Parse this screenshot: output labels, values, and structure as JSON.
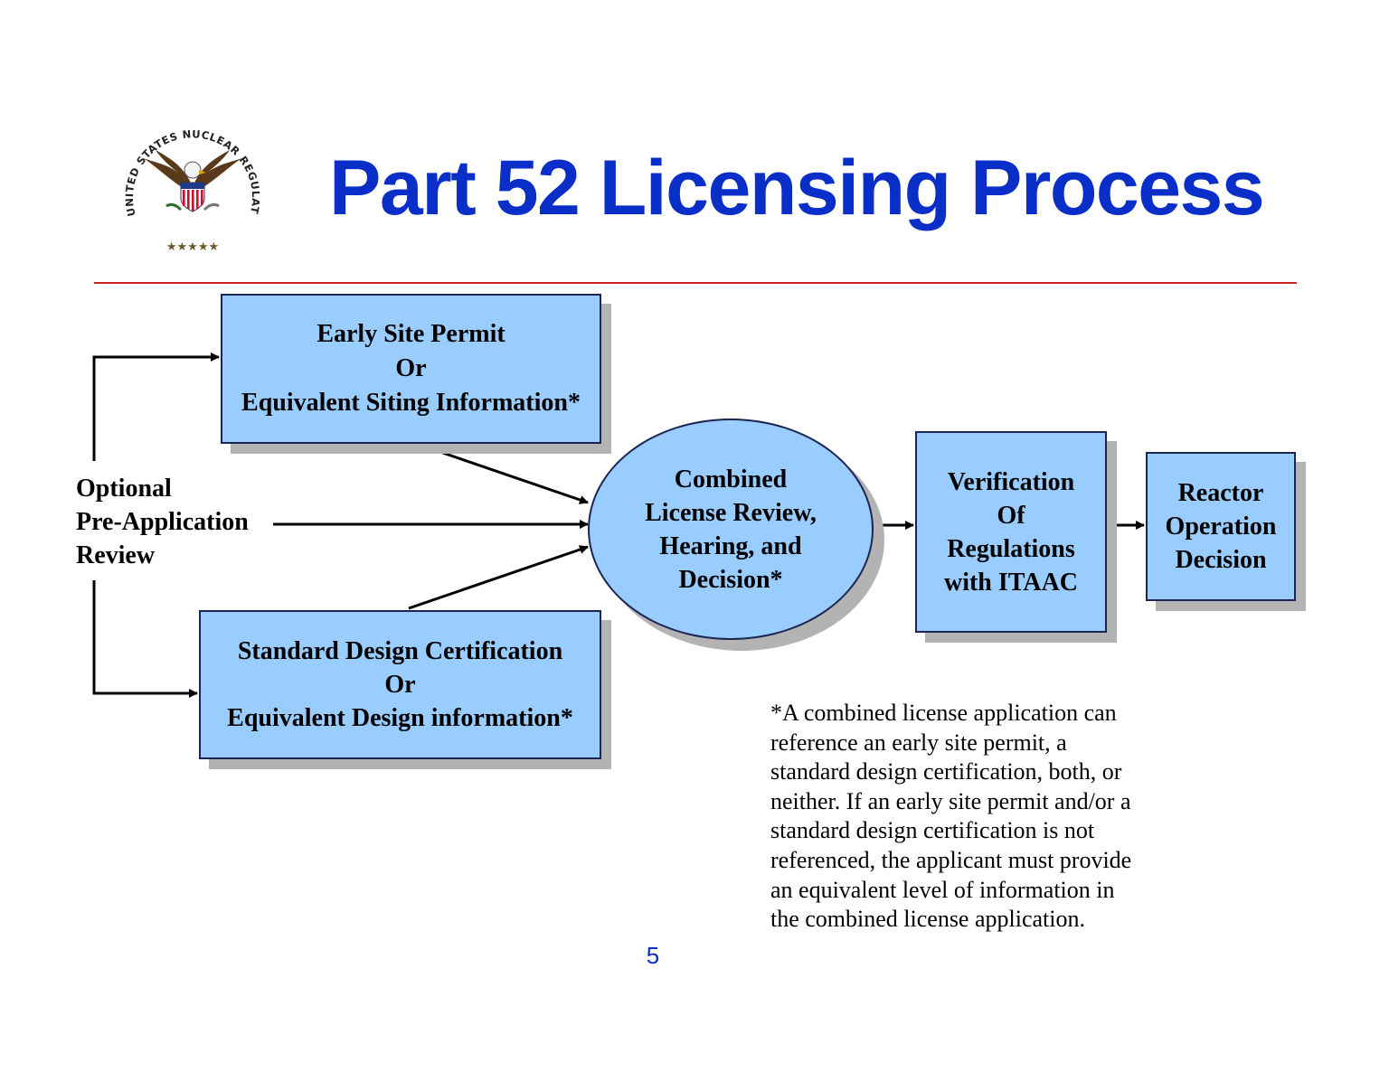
{
  "header": {
    "title": "Part 52 Licensing Process",
    "seal_text": "UNITED STATES NUCLEAR REGULATORY COMMISSION"
  },
  "diagram": {
    "optional_review": {
      "lines": [
        "Optional",
        "Pre-Application",
        "Review"
      ]
    },
    "early_site_permit": {
      "lines": [
        "Early Site Permit",
        "Or",
        "Equivalent Siting Information*"
      ]
    },
    "standard_design": {
      "lines": [
        "Standard Design Certification",
        "Or",
        "Equivalent Design information*"
      ]
    },
    "combined_license": {
      "lines": [
        "Combined",
        "License Review,",
        "Hearing, and",
        "Decision*"
      ]
    },
    "verification": {
      "lines": [
        "Verification",
        "Of",
        "Regulations",
        "with ITAAC"
      ]
    },
    "reactor_operation": {
      "lines": [
        "Reactor",
        "Operation",
        "Decision"
      ]
    }
  },
  "footnote": {
    "lines": [
      "*A combined license application can",
      "reference an early site permit, a",
      "standard design certification, both, or",
      "neither.  If an early site permit and/or a",
      "standard design certification is not",
      "referenced, the applicant must provide",
      "an equivalent level of information in",
      "the combined license application."
    ]
  },
  "page_number": "5",
  "colors": {
    "title": "#0a2fc8",
    "box_fill": "#99ccff",
    "rule": "#d02020",
    "shadow": "#b3b3b3"
  }
}
